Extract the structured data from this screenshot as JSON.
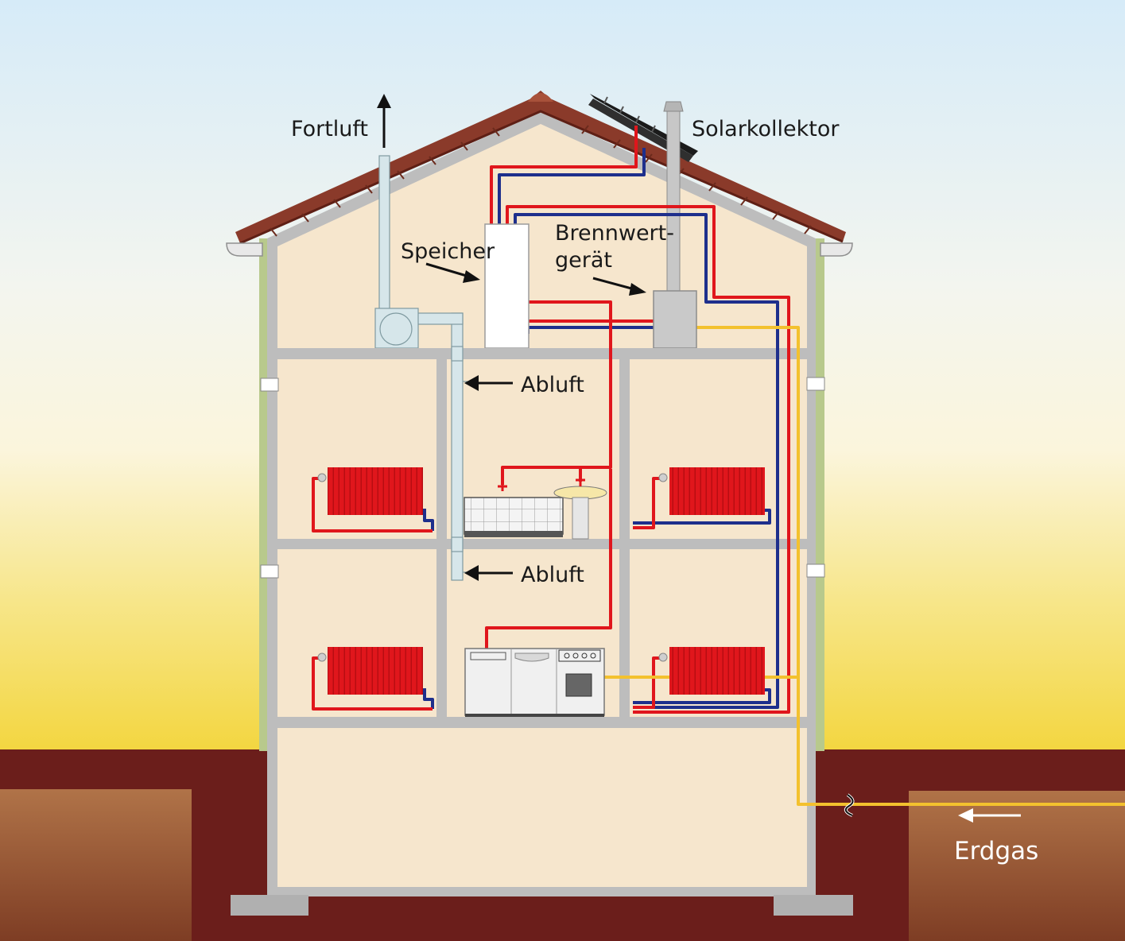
{
  "labels": {
    "fortluft": "Fortluft",
    "solarkollektor": "Solarkollektor",
    "speicher": "Speicher",
    "brennwert_line1": "Brennwert-",
    "brennwert_line2": "gerät",
    "abluft_upper": "Abluft",
    "abluft_lower": "Abluft",
    "erdgas": "Erdgas"
  },
  "colors": {
    "sky_top": "#d9ecf8",
    "sky_bottom": "#fbf4d9",
    "horizon": "#f4dc4c",
    "soil_dark": "#6e1f1c",
    "soil_light": "#a46a3f",
    "interior": "#f6e6cd",
    "wall": "#bdbdbd",
    "roof": "#8a3a2a",
    "hot_pipe": "#e0161c",
    "cold_pipe": "#1e2f8c",
    "gas_pipe": "#f3c12e",
    "air_duct": "#d6e6ea"
  }
}
